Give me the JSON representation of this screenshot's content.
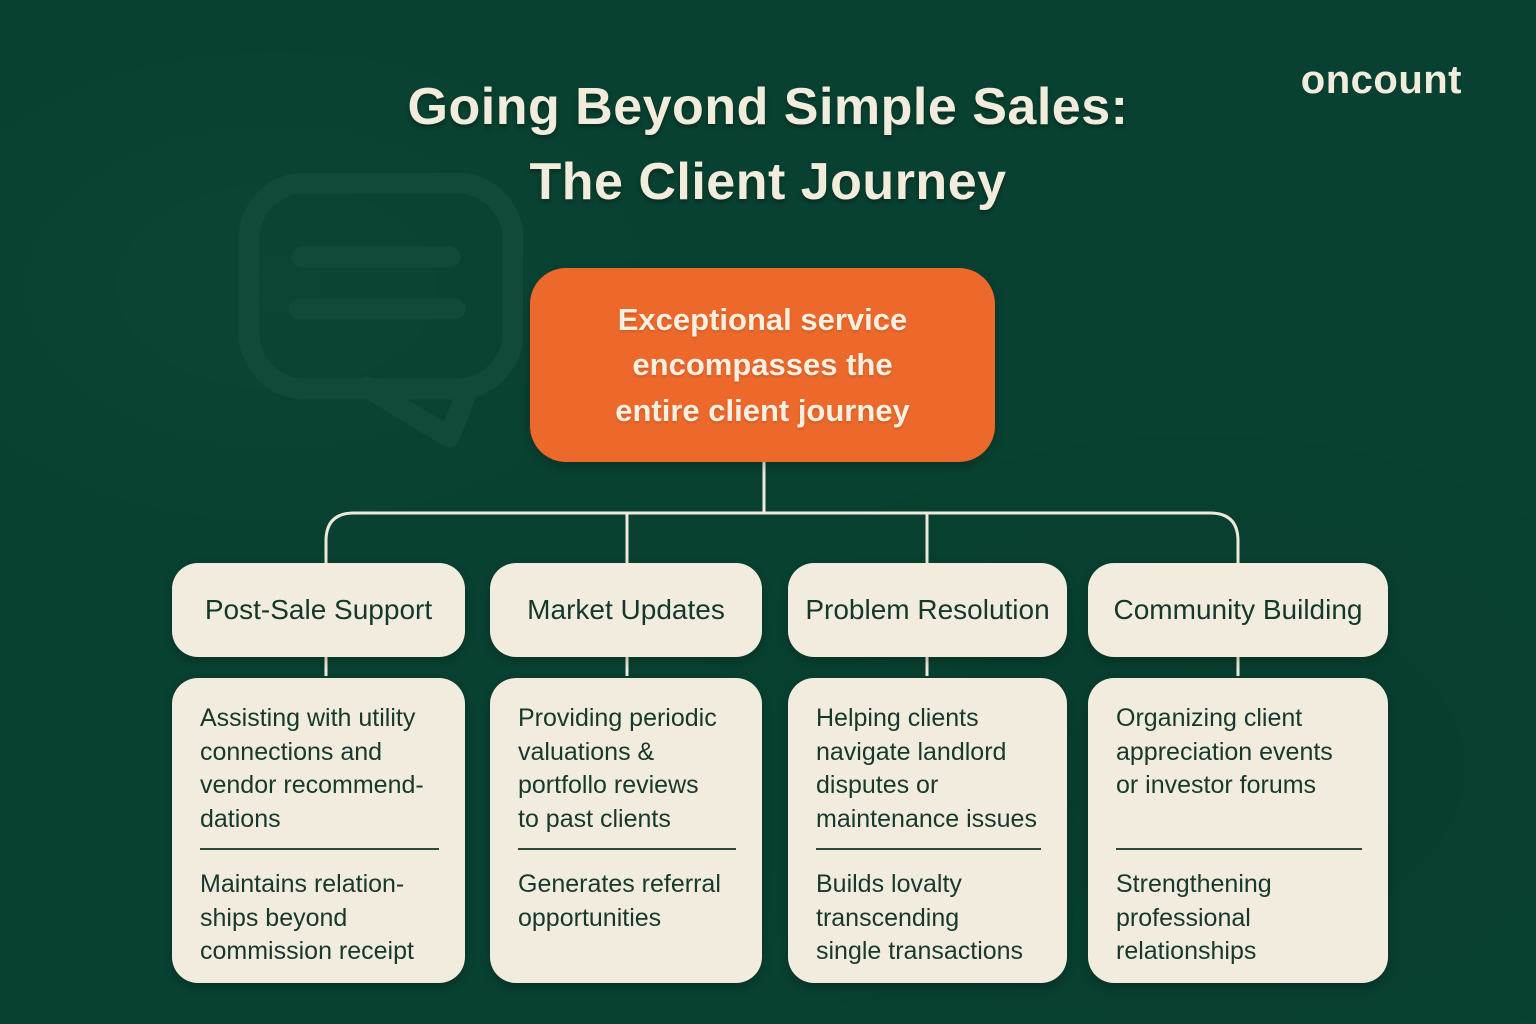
{
  "header": {
    "title_line1": "Going Beyond Simple Sales:",
    "title_line2": "The Client Journey",
    "brand": "oncount"
  },
  "root": {
    "label": "Exceptional service\nencompasses the\nentire client journey"
  },
  "columns": [
    {
      "title": "Post-Sale Support",
      "point1": "Assisting with utility\nconnections and\nvendor recommend-\ndations",
      "point2": "Maintains relation-\nships beyond\ncommission receipt"
    },
    {
      "title": "Market Updates",
      "point1": "Providing periodic\nvaluations &\nportfollo reviews\nto past clients",
      "point2": "Generates referral\nopportunities"
    },
    {
      "title": "Problem Resolution",
      "point1": "Helping clients\nnavigate landlord\ndisputes or\nmaintenance issues",
      "point2": "Builds lovalty\ntranscending\nsingle transactions"
    },
    {
      "title": "Community Building",
      "point1": "Organizing client\nappreciation events\nor investor forums",
      "point2": "Strengthening\nprofessional\nrelationships"
    }
  ],
  "colors": {
    "background_green": "#084131",
    "accent_orange": "#ed692b",
    "card_cream": "#f2ecdf",
    "text_cream": "#f2ecdc",
    "text_dark_green": "#14382c",
    "connector_line": "#efe9da"
  },
  "icons": {
    "watermark": "speech-bubble-icon"
  }
}
